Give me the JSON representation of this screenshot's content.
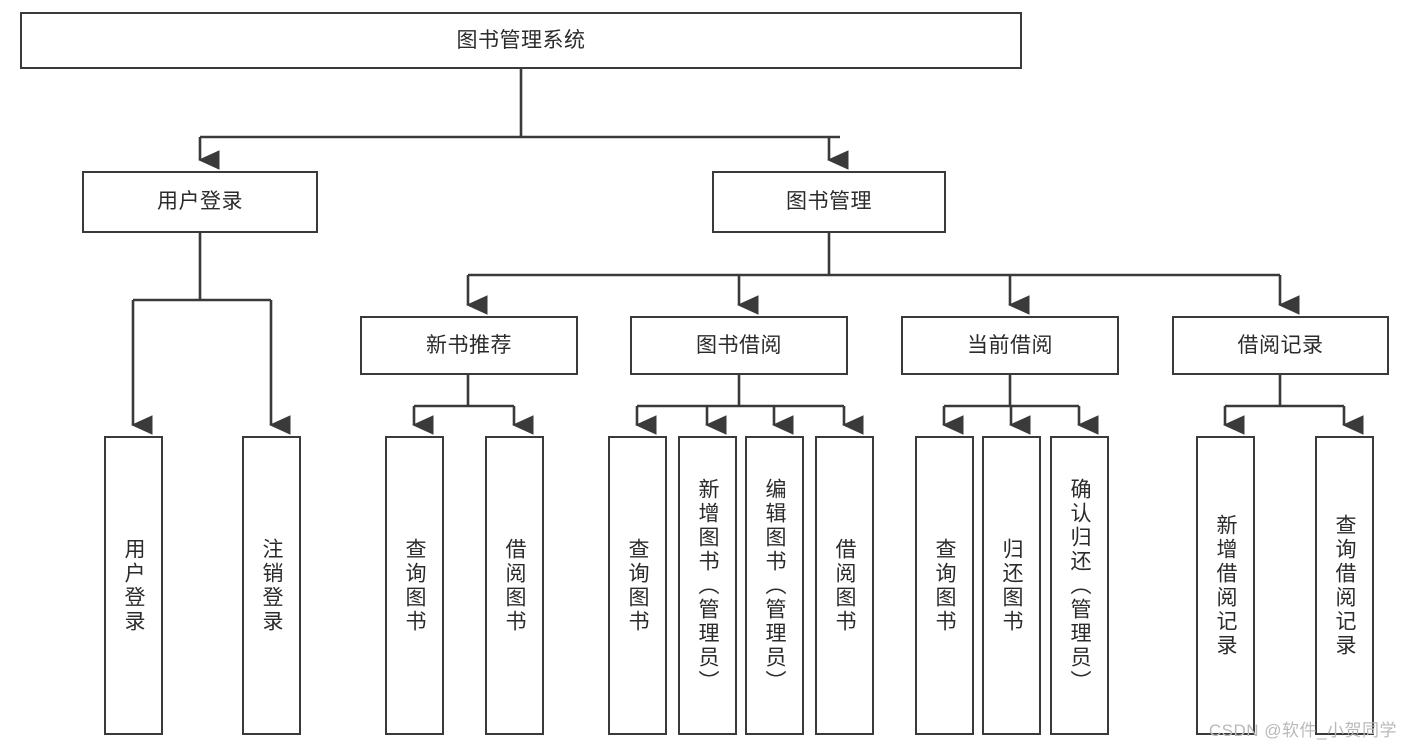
{
  "diagram": {
    "title": "图书管理系统",
    "type": "hierarchy-tree",
    "stroke_color": "#3a3a3a",
    "background_color": "#ffffff",
    "text_color": "#2b2b2b",
    "watermark": "CSDN @软件_小贺同学",
    "nodes": {
      "root": {
        "label": "图书管理系统"
      },
      "level2": [
        {
          "id": "user-login",
          "label": "用户登录"
        },
        {
          "id": "book-manage",
          "label": "图书管理"
        }
      ],
      "level3": [
        {
          "id": "new-book-recommend",
          "label": "新书推荐"
        },
        {
          "id": "book-borrow",
          "label": "图书借阅"
        },
        {
          "id": "current-borrow",
          "label": "当前借阅"
        },
        {
          "id": "borrow-record",
          "label": "借阅记录"
        }
      ],
      "leaves": {
        "user-login": [
          {
            "id": "leaf-user-login",
            "label": "用户登录"
          },
          {
            "id": "leaf-logout-login",
            "label": "注销登录"
          }
        ],
        "new-book-recommend": [
          {
            "id": "leaf-query-book-1",
            "label": "查询图书"
          },
          {
            "id": "leaf-borrow-book-1",
            "label": "借阅图书"
          }
        ],
        "book-borrow": [
          {
            "id": "leaf-query-book-2",
            "label": "查询图书"
          },
          {
            "id": "leaf-add-book",
            "label": "新增图书（管理员）"
          },
          {
            "id": "leaf-edit-book",
            "label": "编辑图书（管理员）"
          },
          {
            "id": "leaf-borrow-book-2",
            "label": "借阅图书"
          }
        ],
        "current-borrow": [
          {
            "id": "leaf-query-book-3",
            "label": "查询图书"
          },
          {
            "id": "leaf-return-book",
            "label": "归还图书"
          },
          {
            "id": "leaf-confirm-return",
            "label": "确认归还（管理员）"
          }
        ],
        "borrow-record": [
          {
            "id": "leaf-add-record",
            "label": "新增借阅记录"
          },
          {
            "id": "leaf-query-record",
            "label": "查询借阅记录"
          }
        ]
      }
    }
  }
}
